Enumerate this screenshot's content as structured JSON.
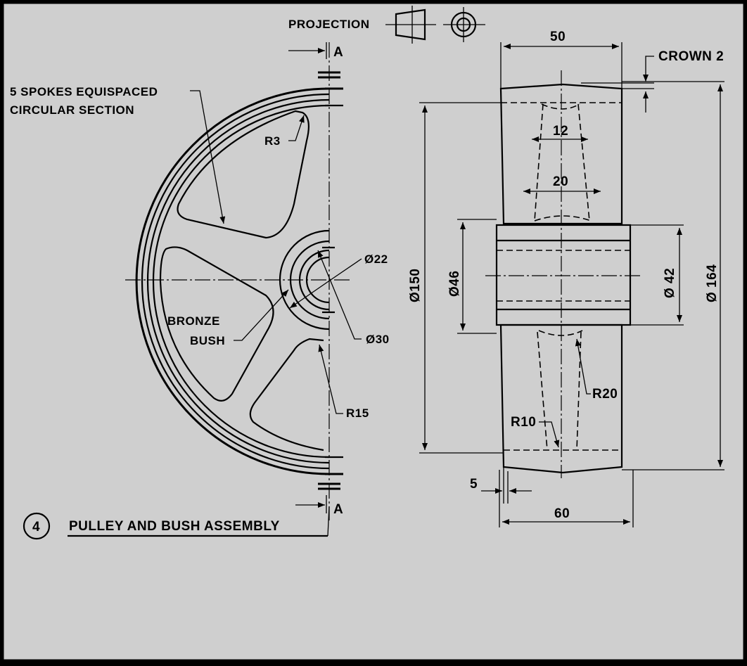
{
  "colors": {
    "paper": "#cfcfcf",
    "frame": "#000000",
    "ink": "#000000"
  },
  "header": {
    "projection_label": "PROJECTION"
  },
  "title": {
    "number": "4",
    "text": "PULLEY AND BUSH ASSEMBLY"
  },
  "section_marks": {
    "top": "A",
    "bottom": "A"
  },
  "front_view": {
    "spokes_note_line1": "5 SPOKES EQUISPACED",
    "spokes_note_line2": "CIRCULAR SECTION",
    "r3": "R3",
    "d22": "Ø22",
    "d30": "Ø30",
    "r15": "R15",
    "bronze": "BRONZE",
    "bush": "BUSH"
  },
  "side_view": {
    "dim_50": "50",
    "crown": "CROWN 2",
    "dim_12": "12",
    "dim_20": "20",
    "d150": "Ø150",
    "d46": "Ø46",
    "d42": "Ø 42",
    "d164": "Ø 164",
    "r20": "R20",
    "r10": "R10",
    "dim_5": "5",
    "dim_60": "60"
  },
  "icons": [
    "projection-symbol-icon",
    "section-arrow-icon"
  ]
}
